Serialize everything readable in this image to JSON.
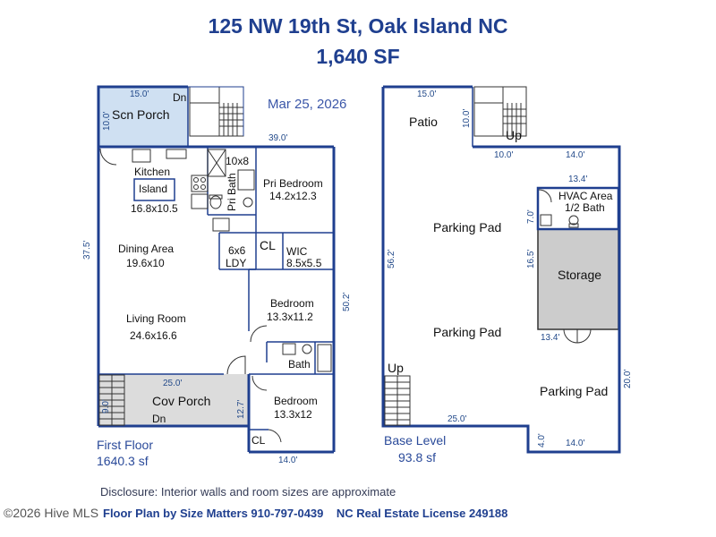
{
  "header": {
    "address": "125 NW 19th St, Oak Island NC",
    "area": "1,640 SF",
    "date": "Mar 25, 2026"
  },
  "first_floor": {
    "rooms": {
      "scn_porch": "Scn Porch",
      "dn_top": "Dn",
      "kitchen": "Kitchen",
      "island": "Island",
      "kitchen_size": "16.8x10.5",
      "closet_10x8": "10x8",
      "pri_bath": "Pri Bath",
      "pri_bedroom": "Pri Bedroom",
      "pri_bedroom_size": "14.2x12.3",
      "dining": "Dining Area",
      "dining_size": "19.6x10",
      "laundry_size": "6x6",
      "laundry": "LDY",
      "cl_mid": "CL",
      "wic": "WIC",
      "wic_size": "8.5x5.5",
      "bedroom2": "Bedroom",
      "bedroom2_size": "13.3x11.2",
      "living": "Living Room",
      "living_size": "24.6x16.6",
      "bath": "Bath",
      "cov_porch": "Cov Porch",
      "dn_bottom": "Dn",
      "bedroom3": "Bedroom",
      "bedroom3_size": "13.3x12",
      "cl_bottom": "CL"
    },
    "dims": {
      "porch_width": "15.0'",
      "porch_depth": "10.0'",
      "house_width": "39.0'",
      "left_depth": "37.5'",
      "right_depth": "50.2'",
      "cov_width": "25.0'",
      "cov_depth": "12.7'",
      "bottom_width": "14.0'",
      "stair_dim": "9.0'"
    },
    "label": "First Floor",
    "area": "1640.3 sf"
  },
  "base_level": {
    "rooms": {
      "patio": "Patio",
      "up_top": "Up",
      "hvac": "HVAC Area",
      "half_bath": "1/2 Bath",
      "parking_top": "Parking Pad",
      "storage": "Storage",
      "parking_mid": "Parking Pad",
      "up_bottom": "Up",
      "parking_right": "Parking Pad"
    },
    "dims": {
      "top_width": "15.0'",
      "patio_depth": "10.0'",
      "step_width": "10.0'",
      "right_top": "14.0'",
      "storage_width": "13.4'",
      "hvac_depth": "7.0'",
      "left_depth": "56.2'",
      "storage_depth": "16.5'",
      "storage_bottom": "13.4'",
      "right_depth": "20.0'",
      "bottom_width": "25.0'",
      "bottom_step": "4.0'",
      "bottom_right": "14.0'"
    },
    "label": "Base Level",
    "area": "93.8 sf"
  },
  "footer": {
    "disclosure": "Disclosure: Interior walls and room sizes are approximate",
    "credit": "Floor Plan by Size Matters 910-797-0439    NC Real Estate License 249188",
    "watermark": "©2026 Hive MLS"
  }
}
